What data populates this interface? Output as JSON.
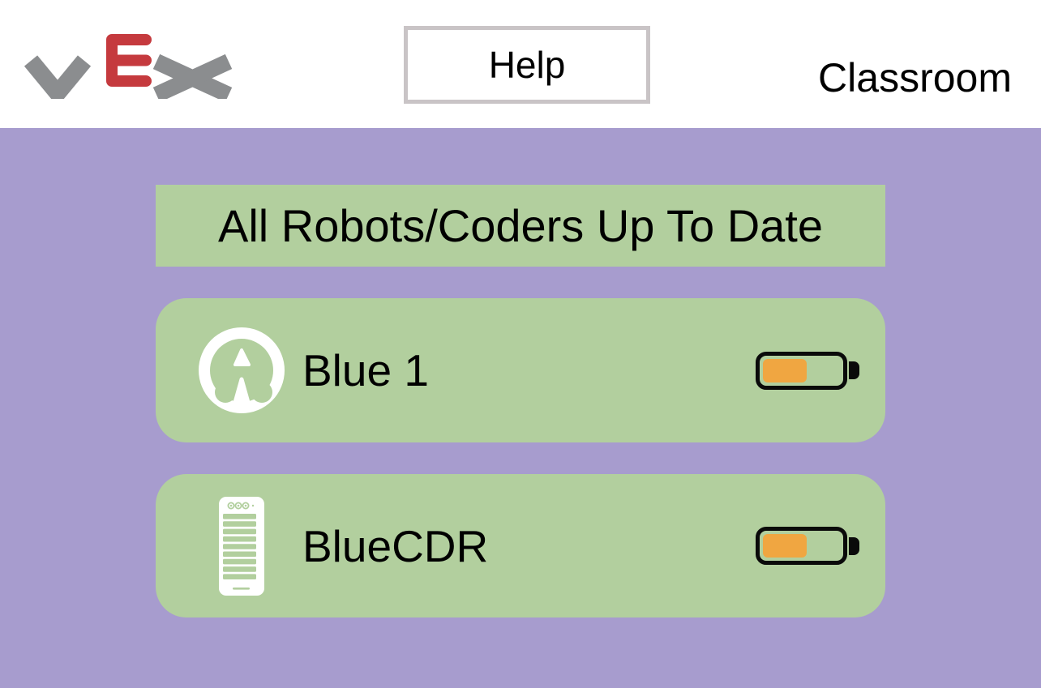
{
  "colors": {
    "background_purple": "#a79cce",
    "panel_green": "#b2cf9e",
    "battery_orange": "#f0a641",
    "logo_gray": "#8b8d8f",
    "logo_red": "#c53a3e",
    "help_border_gray": "#c9c4c6",
    "text_black": "#000000"
  },
  "header": {
    "logo_name": "vex-logo",
    "help_label": "Help",
    "mode_label": "Classroom"
  },
  "status_banner": {
    "text": "All Robots/Coders Up To Date"
  },
  "devices": [
    {
      "name": "Blue 1",
      "type": "123-robot",
      "icon": "robot-123-icon",
      "battery_level_percent": 57
    },
    {
      "name": "BlueCDR",
      "type": "coder",
      "icon": "coder-icon",
      "battery_level_percent": 57
    }
  ]
}
